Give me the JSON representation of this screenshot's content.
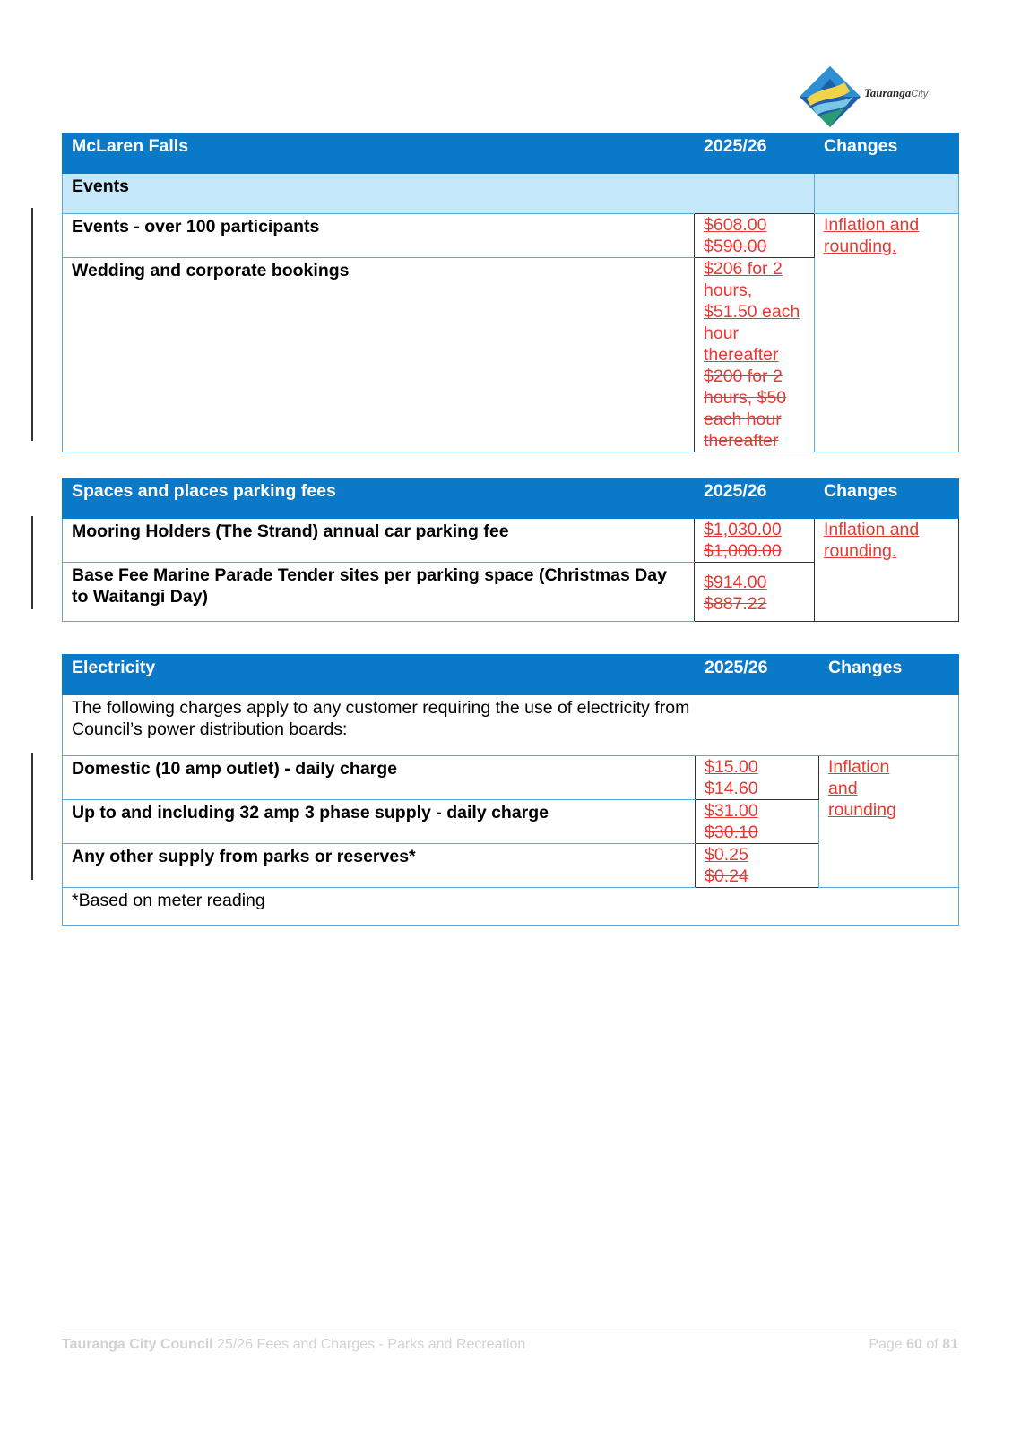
{
  "logo": {
    "brand": "Tauranga",
    "city": "City"
  },
  "mclaren": {
    "header": {
      "title": "McLaren Falls",
      "year": "2025/26",
      "changes": "Changes"
    },
    "subheader": "Events",
    "rows": [
      {
        "label": "Events - over 100 participants",
        "new": "$608.00",
        "old": "$590.00"
      },
      {
        "label": "Wedding and corporate bookings",
        "new_lines": [
          "$206 for 2",
          "hours,",
          "$51.50 each",
          "hour",
          "thereafter"
        ],
        "old_lines": [
          "$200 for 2",
          "hours, $50",
          "each hour",
          "thereafter"
        ]
      }
    ],
    "change_lines": [
      "Inflation and",
      "rounding."
    ]
  },
  "parking": {
    "header": {
      "title": "Spaces and places parking fees",
      "year": "2025/26",
      "changes": "Changes"
    },
    "rows": [
      {
        "label": "Mooring Holders (The Strand) annual car parking fee",
        "new": "$1,030.00",
        "old": "$1,000.00"
      },
      {
        "label": "Base Fee Marine Parade Tender sites per parking space (Christmas Day to Waitangi Day)",
        "new": "$914.00",
        "old": "$887.22"
      }
    ],
    "change_lines": [
      "Inflation and",
      "rounding."
    ]
  },
  "electricity": {
    "header": {
      "title": "Electricity",
      "year": "2025/26",
      "changes": "Changes"
    },
    "intro": "The following charges apply to any customer requiring the use of electricity from Council’s power distribution boards:",
    "rows": [
      {
        "label": "Domestic (10 amp outlet) - daily charge",
        "new": "$15.00",
        "old": "$14.60"
      },
      {
        "label": "Up to and including 32 amp 3 phase supply - daily charge",
        "new": "$31.00",
        "old": "$30.10"
      },
      {
        "label": "Any other supply from parks or reserves*",
        "new": "$0.25",
        "old": "$0.24"
      }
    ],
    "change_lines": [
      "Inflation",
      "and",
      "rounding"
    ],
    "note": "*Based on meter reading"
  },
  "footer": {
    "org": "Tauranga City Council",
    "doc": "25/26 Fees and Charges - Parks and Recreation",
    "page_label": "Page",
    "page": "60",
    "of_label": "of",
    "total": "81"
  }
}
